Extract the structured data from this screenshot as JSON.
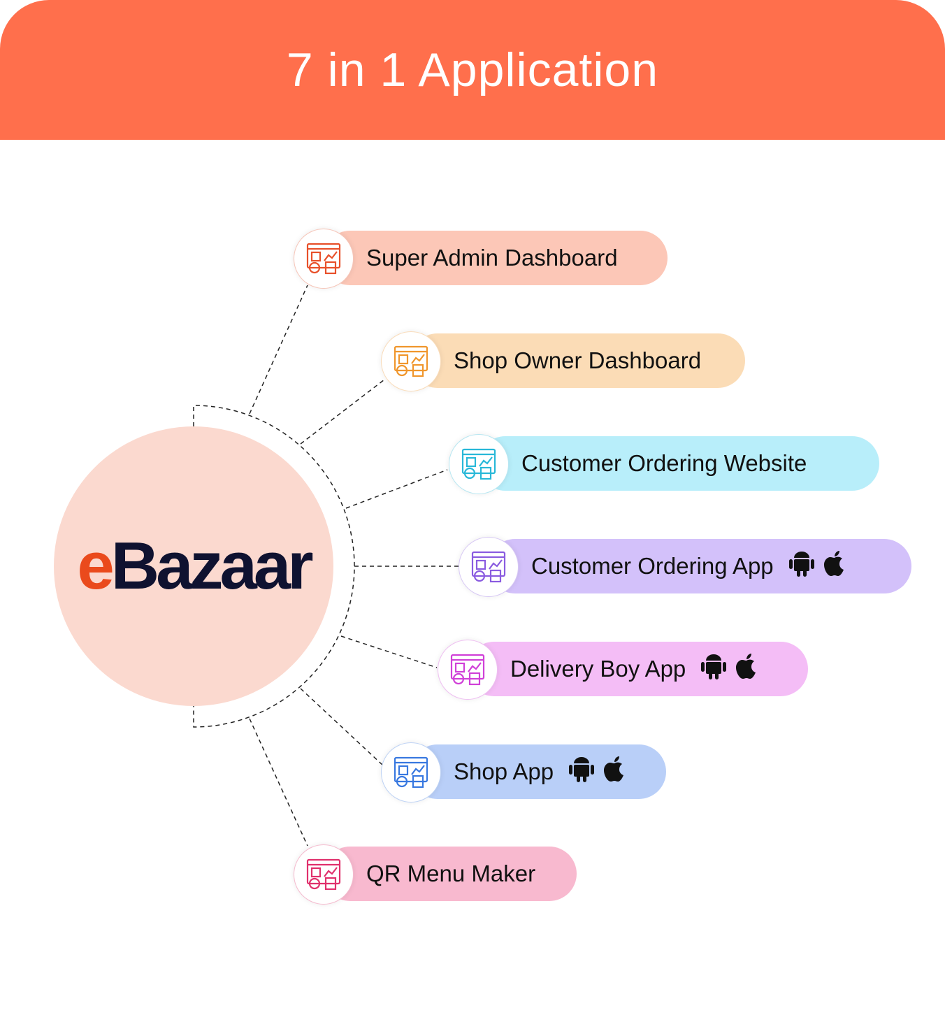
{
  "header": {
    "title": "7 in 1 Application"
  },
  "logo": {
    "e": "e",
    "rest": "Bazaar"
  },
  "items": [
    {
      "label": "Super Admin Dashboard",
      "icon": "admin-dashboard-icon",
      "color": "#e8502a",
      "bg": "#fcc7b7",
      "platforms": false
    },
    {
      "label": "Shop Owner Dashboard",
      "icon": "analytics-dashboard-icon",
      "color": "#f0962c",
      "bg": "#fbdcb6",
      "platforms": false
    },
    {
      "label": "Customer Ordering Website",
      "icon": "website-touch-icon",
      "color": "#28b8d8",
      "bg": "#b8eefa",
      "platforms": false
    },
    {
      "label": "Customer Ordering App",
      "icon": "mobile-order-icon",
      "color": "#8a5ce0",
      "bg": "#d3c1fa",
      "platforms": true
    },
    {
      "label": "Delivery Boy App",
      "icon": "delivery-icon",
      "color": "#d040d8",
      "bg": "#f4bdf6",
      "platforms": true
    },
    {
      "label": "Shop App",
      "icon": "shop-app-icon",
      "color": "#3878e0",
      "bg": "#b9cff8",
      "platforms": true
    },
    {
      "label": "QR Menu Maker",
      "icon": "qr-menu-icon",
      "color": "#e0306c",
      "bg": "#f8b9cf",
      "platforms": false
    }
  ],
  "platform_icons": {
    "android": "🤖",
    "apple": ""
  }
}
